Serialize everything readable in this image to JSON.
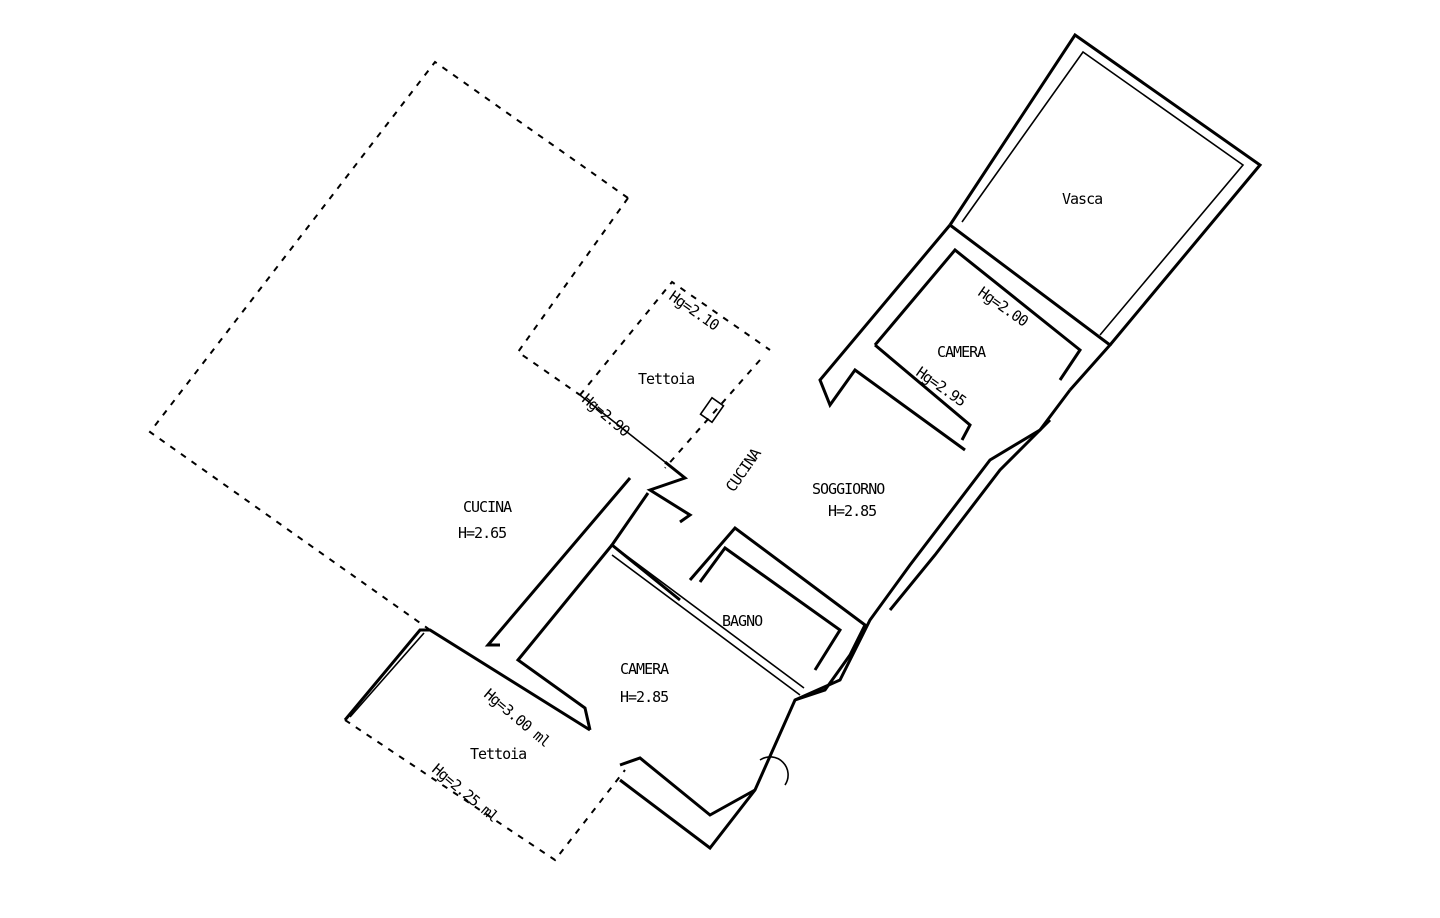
{
  "rooms": {
    "vasca": {
      "name": "Vasca"
    },
    "camera_top": {
      "name": "CAMERA",
      "hg_a": "Hg=2.00",
      "hg_b": "Hg=2.95"
    },
    "tettoia_top": {
      "name": "Tettoia",
      "hg_a": "Hg=2.10",
      "hg_b": "Hg=2.90"
    },
    "cucina_small": {
      "name": "CUCINA"
    },
    "soggiorno": {
      "name": "SOGGIORNO",
      "height": "H=2.85"
    },
    "cucina": {
      "name": "CUCINA",
      "height": "H=2.65"
    },
    "bagno": {
      "name": "BAGNO"
    },
    "camera_bottom": {
      "name": "CAMERA",
      "height": "H=2.85"
    },
    "tettoia_bottom": {
      "name": "Tettoia",
      "hg_a": "Hg=3.00 ml",
      "hg_b": "Hg=2.25 ml"
    }
  }
}
